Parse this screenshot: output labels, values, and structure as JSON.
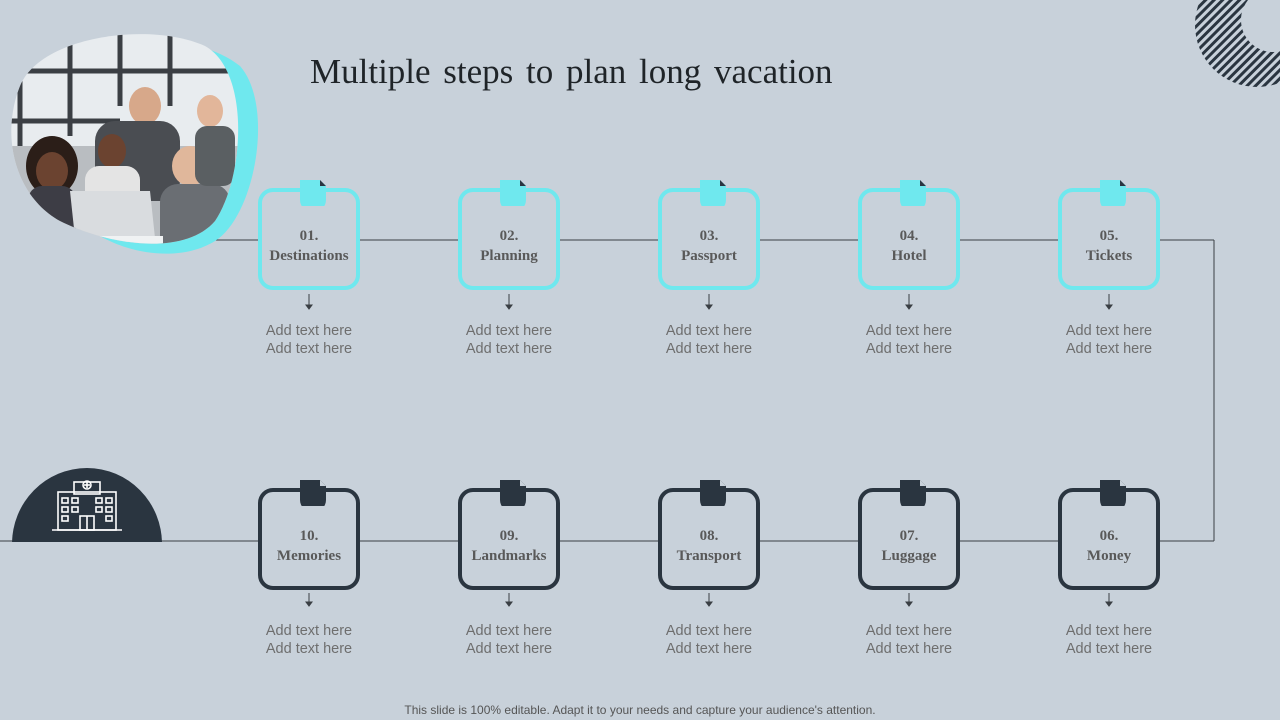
{
  "title": "Multiple steps to plan long vacation",
  "steps_top": [
    {
      "num": "01.",
      "name": "Destinations",
      "line1": "Add text here",
      "line2": "Add text here"
    },
    {
      "num": "02.",
      "name": "Planning",
      "line1": "Add text here",
      "line2": "Add text here"
    },
    {
      "num": "03.",
      "name": "Passport",
      "line1": "Add text here",
      "line2": "Add text here"
    },
    {
      "num": "04.",
      "name": "Hotel",
      "line1": "Add text here",
      "line2": "Add text here"
    },
    {
      "num": "05.",
      "name": "Tickets",
      "line1": "Add text here",
      "line2": "Add text here"
    }
  ],
  "steps_bottom": [
    {
      "num": "10.",
      "name": "Memories",
      "line1": "Add text here",
      "line2": "Add text here"
    },
    {
      "num": "09.",
      "name": "Landmarks",
      "line1": "Add text here",
      "line2": "Add text here"
    },
    {
      "num": "08.",
      "name": "Transport",
      "line1": "Add text here",
      "line2": "Add text here"
    },
    {
      "num": "07.",
      "name": "Luggage",
      "line1": "Add text here",
      "line2": "Add text here"
    },
    {
      "num": "06.",
      "name": "Money",
      "line1": "Add text here",
      "line2": "Add text here"
    }
  ],
  "footer": "This slide is 100% editable. Adapt it to your needs and capture your audience's attention.",
  "colors": {
    "background": "#c8d1da",
    "accent_cyan": "#6fe8ee",
    "dark": "#2a3540"
  },
  "icons": {
    "photo": "team-photo",
    "building": "hospital-building-icon",
    "corner": "striped-circle-decoration"
  }
}
